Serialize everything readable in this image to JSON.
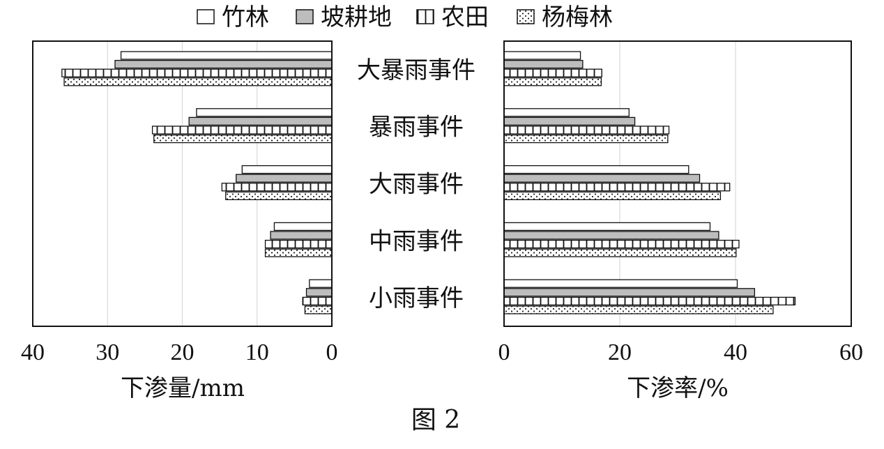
{
  "chart_data": [
    {
      "type": "bar",
      "orientation": "horizontal",
      "direction": "right-to-left",
      "categories": [
        "大暴雨事件",
        "暴雨事件",
        "大雨事件",
        "中雨事件",
        "小雨事件"
      ],
      "series": [
        {
          "name": "竹林",
          "values": [
            28.2,
            18.1,
            12.0,
            7.7,
            3.0
          ]
        },
        {
          "name": "坡耕地",
          "values": [
            29.0,
            19.1,
            12.8,
            8.2,
            3.4
          ]
        },
        {
          "name": "农田",
          "values": [
            36.1,
            24.0,
            14.7,
            8.9,
            3.9
          ]
        },
        {
          "name": "杨梅林",
          "values": [
            35.8,
            23.8,
            14.2,
            8.9,
            3.6
          ]
        }
      ],
      "xlabel": "下渗量/mm",
      "xlim": [
        0,
        40
      ],
      "xticks": [
        40,
        30,
        20,
        10,
        0
      ],
      "grid": true
    },
    {
      "type": "bar",
      "orientation": "horizontal",
      "direction": "left-to-right",
      "categories": [
        "大暴雨事件",
        "暴雨事件",
        "大雨事件",
        "中雨事件",
        "小雨事件"
      ],
      "series": [
        {
          "name": "竹林",
          "values": [
            13.2,
            21.6,
            31.9,
            35.6,
            40.3
          ]
        },
        {
          "name": "坡耕地",
          "values": [
            13.6,
            22.6,
            33.8,
            37.1,
            43.3
          ]
        },
        {
          "name": "农田",
          "values": [
            16.9,
            28.5,
            39.0,
            40.6,
            50.3
          ]
        },
        {
          "name": "杨梅林",
          "values": [
            16.8,
            28.3,
            37.4,
            40.1,
            46.5
          ]
        }
      ],
      "xlabel": "下渗率/%",
      "xlim": [
        0,
        60
      ],
      "xticks": [
        0,
        20,
        40,
        60
      ],
      "grid": true
    }
  ],
  "legend": [
    {
      "name": "竹林",
      "style": "empty"
    },
    {
      "name": "坡耕地",
      "style": "gray"
    },
    {
      "name": "农田",
      "style": "vertical-stripes"
    },
    {
      "name": "杨梅林",
      "style": "dots"
    }
  ],
  "categories": [
    "大暴雨事件",
    "暴雨事件",
    "大雨事件",
    "中雨事件",
    "小雨事件"
  ],
  "caption": "图 2",
  "colors": {
    "gray_fill": "#bdbdbd",
    "stroke": "#111111",
    "grid": "#d9d9d9"
  }
}
